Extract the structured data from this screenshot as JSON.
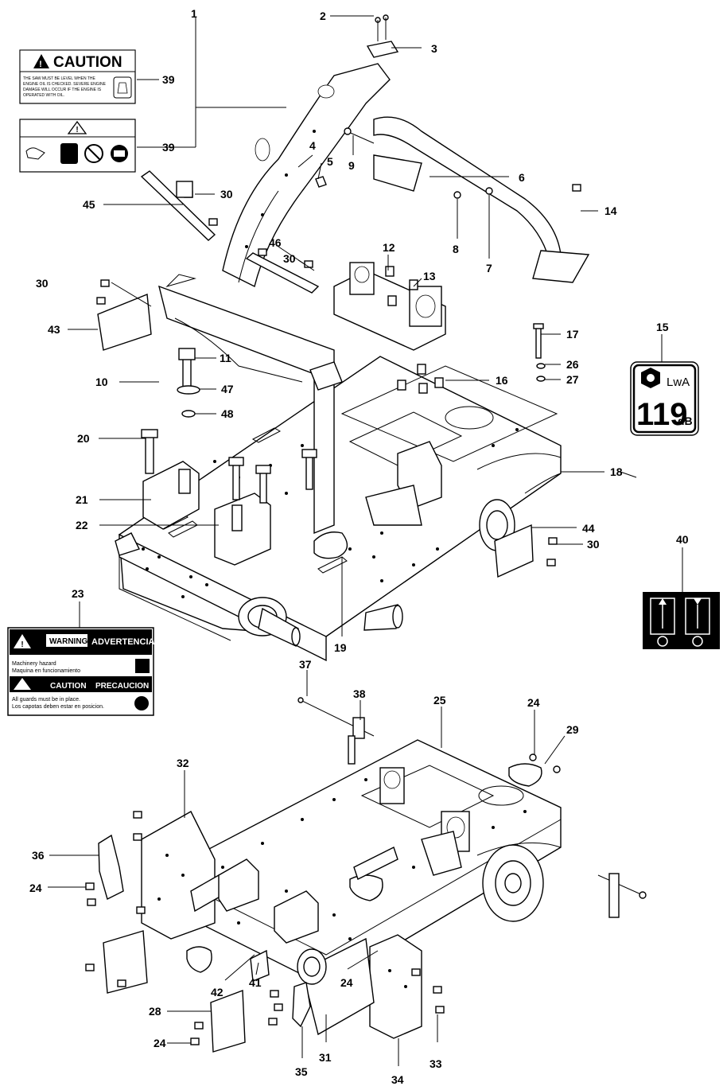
{
  "callouts": [
    {
      "id": "1",
      "label": "1"
    },
    {
      "id": "2",
      "label": "2"
    },
    {
      "id": "3",
      "label": "3"
    },
    {
      "id": "4",
      "label": "4"
    },
    {
      "id": "5",
      "label": "5"
    },
    {
      "id": "6",
      "label": "6"
    },
    {
      "id": "7",
      "label": "7"
    },
    {
      "id": "8",
      "label": "8"
    },
    {
      "id": "9",
      "label": "9"
    },
    {
      "id": "10",
      "label": "10"
    },
    {
      "id": "11",
      "label": "11"
    },
    {
      "id": "12",
      "label": "12"
    },
    {
      "id": "13",
      "label": "13"
    },
    {
      "id": "14",
      "label": "14"
    },
    {
      "id": "15",
      "label": "15"
    },
    {
      "id": "16",
      "label": "16"
    },
    {
      "id": "17",
      "label": "17"
    },
    {
      "id": "18",
      "label": "18"
    },
    {
      "id": "19",
      "label": "19"
    },
    {
      "id": "20",
      "label": "20"
    },
    {
      "id": "21",
      "label": "21"
    },
    {
      "id": "22",
      "label": "22"
    },
    {
      "id": "23",
      "label": "23"
    },
    {
      "id": "24a",
      "label": "24"
    },
    {
      "id": "24b",
      "label": "24"
    },
    {
      "id": "24c",
      "label": "24"
    },
    {
      "id": "24d",
      "label": "24"
    },
    {
      "id": "25",
      "label": "25"
    },
    {
      "id": "26",
      "label": "26"
    },
    {
      "id": "27",
      "label": "27"
    },
    {
      "id": "28",
      "label": "28"
    },
    {
      "id": "29",
      "label": "29"
    },
    {
      "id": "30a",
      "label": "30"
    },
    {
      "id": "30b",
      "label": "30"
    },
    {
      "id": "30c",
      "label": "30"
    },
    {
      "id": "30d",
      "label": "30"
    },
    {
      "id": "31",
      "label": "31"
    },
    {
      "id": "32",
      "label": "32"
    },
    {
      "id": "33",
      "label": "33"
    },
    {
      "id": "34",
      "label": "34"
    },
    {
      "id": "35",
      "label": "35"
    },
    {
      "id": "36",
      "label": "36"
    },
    {
      "id": "37",
      "label": "37"
    },
    {
      "id": "38",
      "label": "38"
    },
    {
      "id": "39a",
      "label": "39"
    },
    {
      "id": "39b",
      "label": "39"
    },
    {
      "id": "40",
      "label": "40"
    },
    {
      "id": "41",
      "label": "41"
    },
    {
      "id": "42",
      "label": "42"
    },
    {
      "id": "43",
      "label": "43"
    },
    {
      "id": "44",
      "label": "44"
    },
    {
      "id": "45",
      "label": "45"
    },
    {
      "id": "46",
      "label": "46"
    },
    {
      "id": "47",
      "label": "47"
    },
    {
      "id": "48",
      "label": "48"
    }
  ],
  "decals": {
    "caution": {
      "title": "CAUTION",
      "lines": [
        "THE SAW    MUST BE LEVEL    WHEN THE",
        "ENGINE OIL IS CHECKED. SEVERE ENGINE",
        "DAMAGE    WILL OCCUR IF THE ENGINE IS",
        "OPERATED WITH OIL."
      ]
    },
    "noise": {
      "unit": "LwA",
      "value": "119",
      "suffix": "dB"
    },
    "warning": {
      "heading_en": "WARNING",
      "heading_es": "ADVERTENCIA",
      "line1": "Machinery hazard",
      "line2": "Maquina en funcionamiento",
      "heading2_en": "CAUTION",
      "heading2_es": "PRECAUCION",
      "line3": "All guards must be in place.",
      "line4": "Los capotas deben estar en posicion."
    }
  }
}
